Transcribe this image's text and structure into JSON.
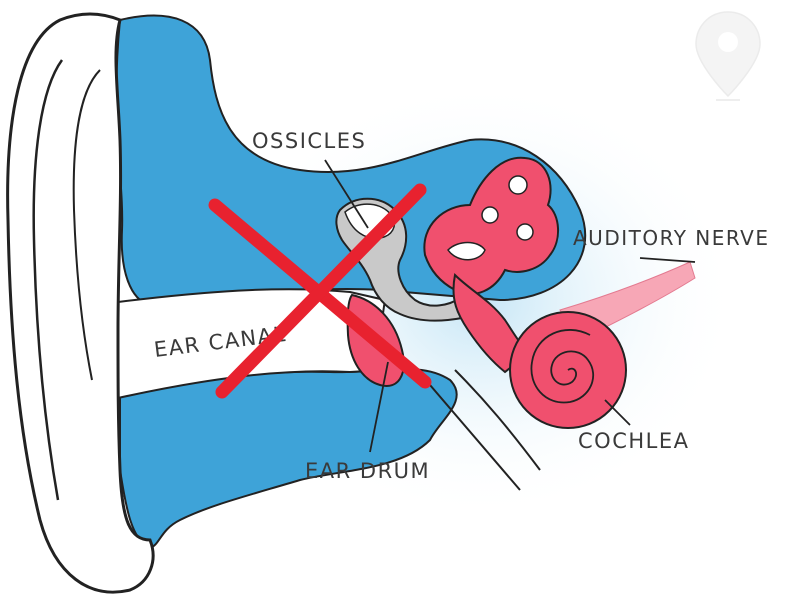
{
  "labels": {
    "ossicles": "OSSICLES",
    "auditory_nerve": "AUDITORY NERVE",
    "ear_canal": "EAR CANAL",
    "ear_drum": "EAR DRUM",
    "cochlea": "COCHLEA"
  },
  "colors": {
    "outer_ear_blue": "#3ea3d8",
    "inner_ear_pink": "#f0506e",
    "cross_red": "#e8222f",
    "ossicle_gray": "#c9c9c9",
    "outline": "#222222"
  },
  "icons": {
    "watermark": "location-pin-icon"
  }
}
